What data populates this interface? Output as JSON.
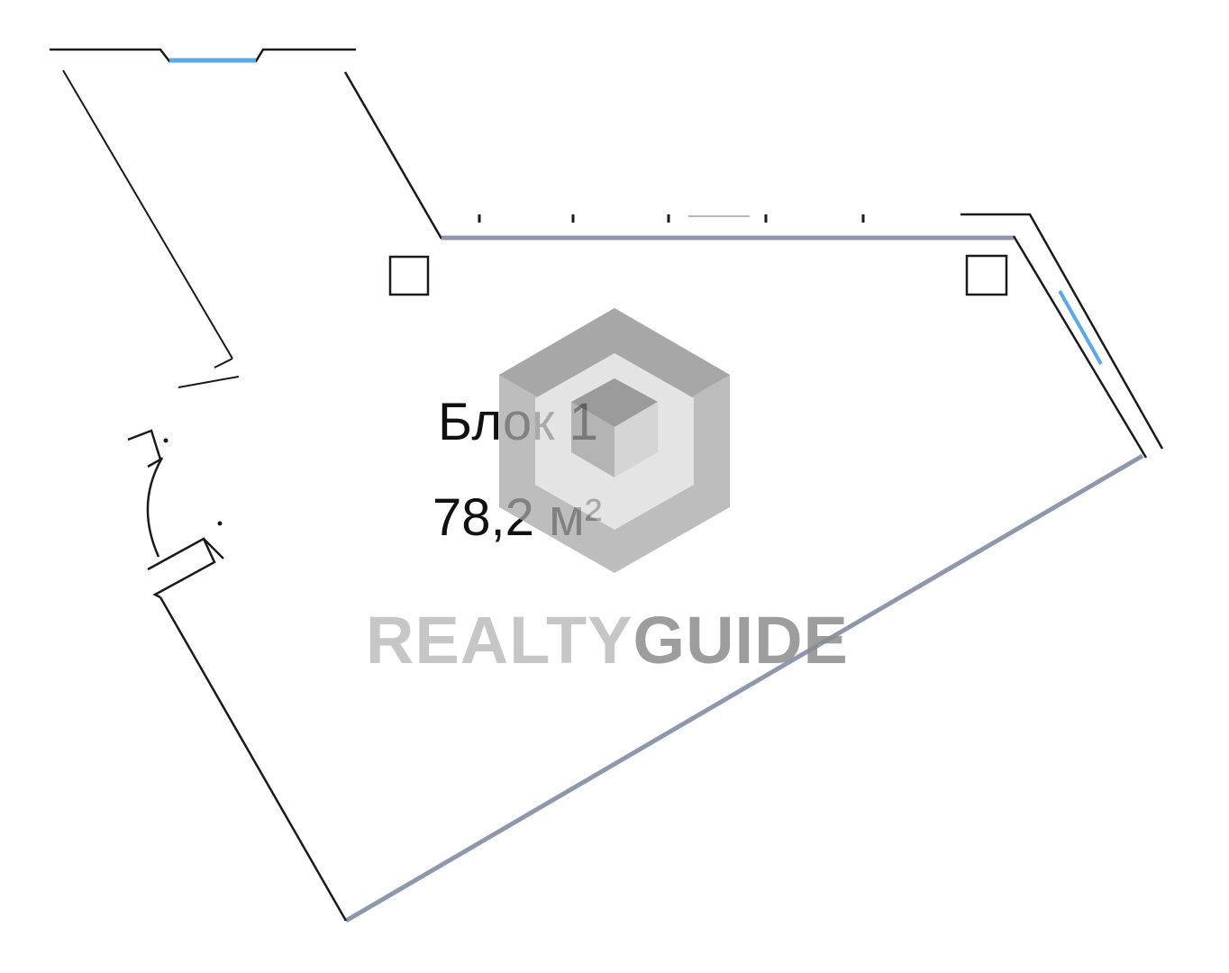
{
  "room": {
    "name": "Блок 1",
    "area": "78,2 м²"
  },
  "watermark": {
    "brand_part1": "REALTY",
    "brand_part2": "GUIDE",
    "light_color": "#bdbdbd",
    "dark_color": "#8c8c8c"
  },
  "colors": {
    "wall": "#1a1a1a",
    "window": "#5aa9e6",
    "glazing_wall": "#8e98ad"
  }
}
